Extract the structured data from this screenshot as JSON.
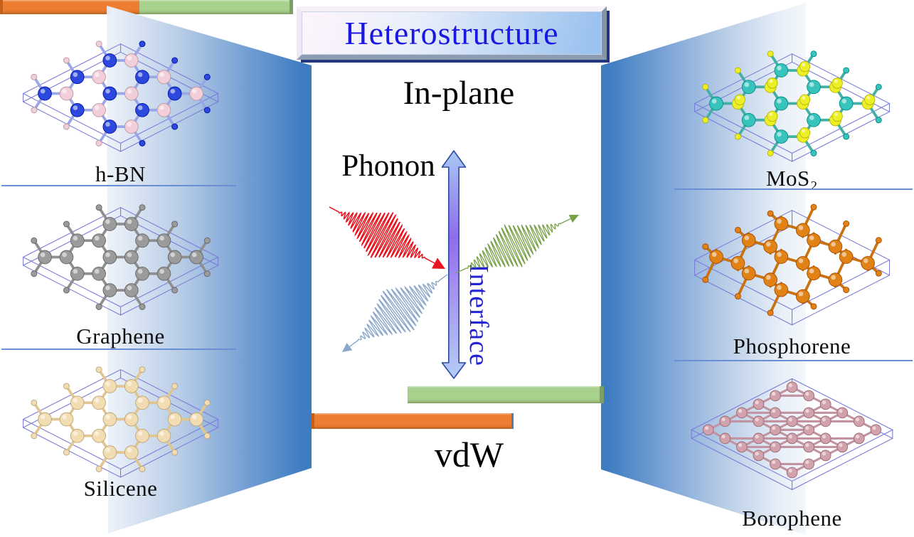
{
  "figure": {
    "title": "Heterostructure",
    "center_labels": {
      "in_plane": "In-plane",
      "phonon": "Phonon",
      "interface": "Interface",
      "vdw": "vdW"
    }
  },
  "left_materials": [
    {
      "name": "h-BN",
      "lattice": "honeycomb",
      "atom_a": "#2d49dd",
      "atom_b": "#f1ced8",
      "bond": "#9aa6e8"
    },
    {
      "name": "Graphene",
      "lattice": "honeycomb",
      "atom_a": "#9b9b9b",
      "atom_b": "#9b9b9b",
      "bond": "#8f8f8f"
    },
    {
      "name": "Silicene",
      "lattice": "honeycomb",
      "atom_a": "#f2dcb2",
      "atom_b": "#f2dcb2",
      "bond": "#e2c691"
    }
  ],
  "right_materials": [
    {
      "name": "MoS₂",
      "lattice": "honeycomb2",
      "atom_a": "#38c4bc",
      "atom_b": "#ecee26",
      "bond": "#43b0a8"
    },
    {
      "name": "Phosphorene",
      "lattice": "puckered",
      "atom_a": "#e08216",
      "atom_b": "#e08216",
      "bond": "#c97310"
    },
    {
      "name": "Borophene",
      "lattice": "triangular",
      "atom_a": "#d2a2ac",
      "atom_b": "#d2a2ac",
      "bond": "#c293a0"
    }
  ],
  "colors": {
    "page_blue": "#3e7cc2",
    "cell_stroke": "#7b7bd8",
    "bar_orange": "#ed7d31",
    "bar_orange_dark": "#c55f16",
    "bar_green": "#a9d18e",
    "bar_green_dark": "#7e9e68",
    "packet_red": "#e8141f",
    "packet_green": "#76a147",
    "packet_blue": "#8aa8cb",
    "arrow_outline": "#2a4aa4",
    "arrow_top": "#a8c8f4",
    "arrow_mid": "#8f6cec",
    "arrow_bottom": "#b4cdf6",
    "interface_text": "#2424d4",
    "title_text": "#1a17e2",
    "divider": "#6b8fd4"
  }
}
